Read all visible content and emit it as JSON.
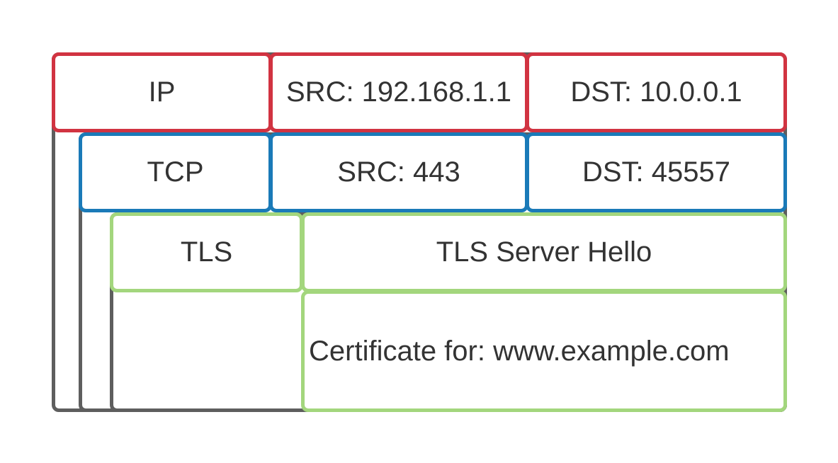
{
  "colors": {
    "ip": "#d13341",
    "tcp": "#1a7ab8",
    "tls": "#a3d67d",
    "frame": "#5e5e5e",
    "text": "#333333"
  },
  "layers": {
    "ip": {
      "label": "IP",
      "src": "SRC: 192.168.1.1",
      "dst": "DST: 10.0.0.1"
    },
    "tcp": {
      "label": "TCP",
      "src": "SRC: 443",
      "dst": "DST: 45557"
    },
    "tls": {
      "label": "TLS",
      "message": "TLS Server Hello",
      "payload": "Certificate for: www.example.com"
    }
  }
}
